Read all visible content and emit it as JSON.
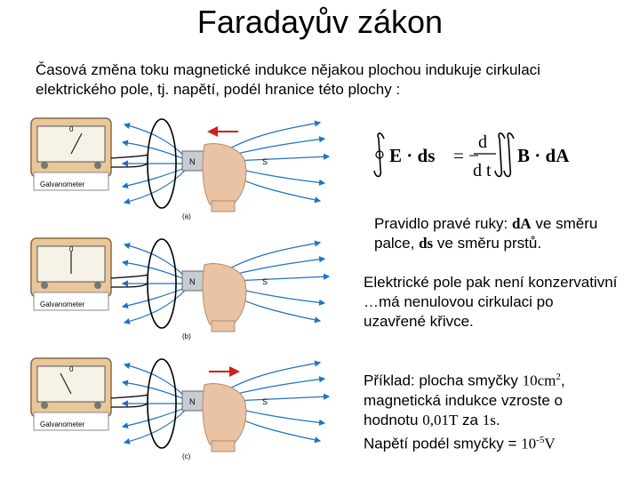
{
  "title": "Faradayův zákon",
  "intro": {
    "line1": "Časová změna toku magnetické indukce nějakou plochou indukuje cirkulaci",
    "line2": "elektrického pole, tj. napětí, podél hranice této plochy :"
  },
  "figure": {
    "galvanometer_label": "Galvanometer",
    "needle_label": "0",
    "north": "N",
    "south": "S",
    "panels": [
      "(a)",
      "(b)",
      "(c)"
    ]
  },
  "equation": {
    "lhs": "E · ds",
    "equals": "= −",
    "d_top": "d",
    "d_bottom": "d t",
    "rhs": "B · dA"
  },
  "rule": {
    "p1": "Pravidlo pravé ruky: ",
    "dA": "dA",
    "p2": " ve směru",
    "p3": "palce, ",
    "ds": "ds",
    "p4": " ve směru prstů."
  },
  "conservative": {
    "line1": "Elektrické pole pak není konzervativní",
    "line2": "…má nenulovou cirkulaci po",
    "line3": "uzavřené křivce."
  },
  "example": {
    "p1": "Příklad: plocha smyčky ",
    "area": "10cm",
    "area_exp": "2",
    "p2": ",",
    "line2": "magnetická indukce vzroste o",
    "p3": "hodnotu ",
    "field": "0,01T",
    "p4": " za ",
    "time": "1s",
    "p5": ".",
    "p6": "Napětí podél smyčky = ",
    "voltage": "10",
    "voltage_exp": "-5",
    "unit": "V"
  }
}
